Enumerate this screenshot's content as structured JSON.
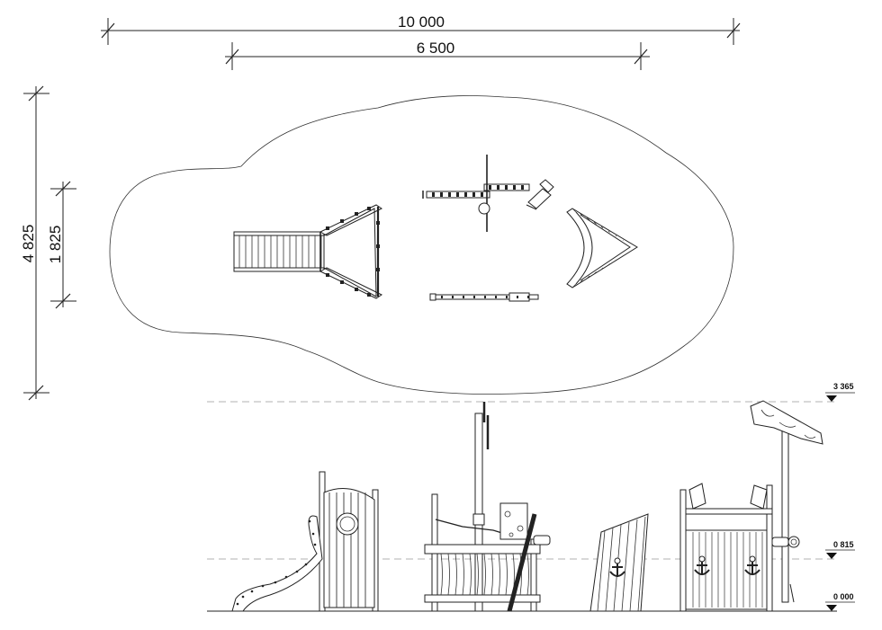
{
  "dimensions": {
    "total_length": "10 000",
    "inner_length": "6 500",
    "total_width": "4 825",
    "inner_width": "1 825"
  },
  "elevations": {
    "top": "3 365",
    "platform": "0 815",
    "ground": "0 000"
  },
  "colors": {
    "line": "#222222",
    "dashed_level": "#999999",
    "background": "#ffffff"
  }
}
